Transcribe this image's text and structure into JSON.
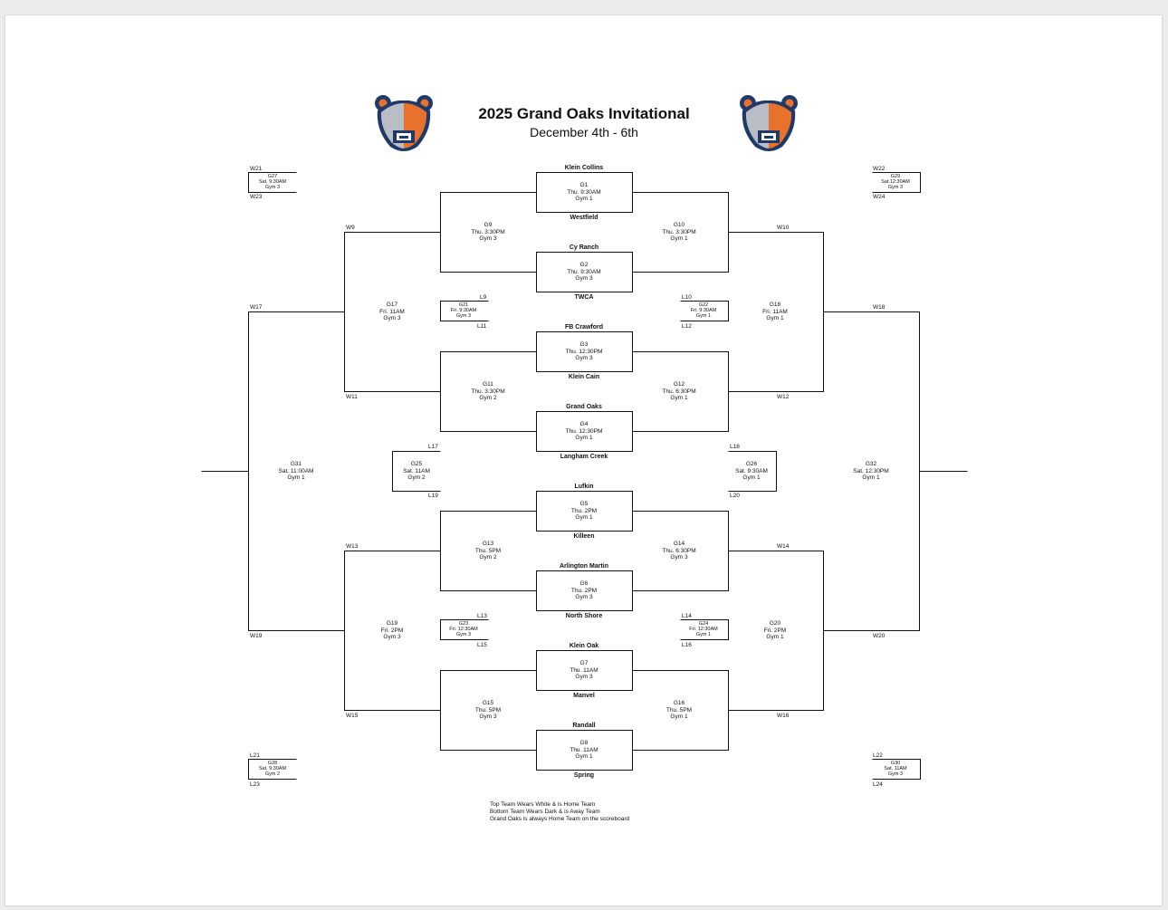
{
  "header": {
    "title": "2025 Grand Oaks Invitational",
    "subtitle": "December 4th - 6th"
  },
  "logo": {
    "icon": "bear-head-logo",
    "colors": {
      "navy": "#1f3a6a",
      "orange": "#e8712c",
      "gray": "#b9bec6"
    }
  },
  "teams": [
    "Klein Collins",
    "Westfield",
    "Cy Ranch",
    "TWCA",
    "FB Crawford",
    "Klein Cain",
    "Grand Oaks",
    "Langham Creek",
    "Lufkin",
    "Killeen",
    "Arlington Martin",
    "North Shore",
    "Klein Oak",
    "Manvel",
    "Randall",
    "Spring"
  ],
  "games": {
    "G1": {
      "id": "G1",
      "time": "Thu. 9:30AM",
      "gym": "Gym 1"
    },
    "G2": {
      "id": "G2",
      "time": "Thu. 9:30AM",
      "gym": "Gym 3"
    },
    "G3": {
      "id": "G3",
      "time": "Thu. 12:30PM",
      "gym": "Gym 3"
    },
    "G4": {
      "id": "G4",
      "time": "Thu. 12:30PM",
      "gym": "Gym 1"
    },
    "G5": {
      "id": "G5",
      "time": "Thu. 2PM",
      "gym": "Gym 1"
    },
    "G6": {
      "id": "G6",
      "time": "Thu. 2PM",
      "gym": "Gym 3"
    },
    "G7": {
      "id": "G7",
      "time": "Thu. 11AM",
      "gym": "Gym 3"
    },
    "G8": {
      "id": "G8",
      "time": "Thu. 11AM",
      "gym": "Gym 1"
    },
    "G9": {
      "id": "G9",
      "time": "Thu. 3:30PM",
      "gym": "Gym 3"
    },
    "G10": {
      "id": "G10",
      "time": "Thu. 3:30PM",
      "gym": "Gym 1"
    },
    "G11": {
      "id": "G11",
      "time": "Thu. 3:30PM",
      "gym": "Gym 2"
    },
    "G12": {
      "id": "G12",
      "time": "Thu. 6:30PM",
      "gym": "Gym 1"
    },
    "G13": {
      "id": "G13",
      "time": "Thu. 5PM",
      "gym": "Gym 2"
    },
    "G14": {
      "id": "G14",
      "time": "Thu. 6:30PM",
      "gym": "Gym 3"
    },
    "G15": {
      "id": "G15",
      "time": "Thu. 5PM",
      "gym": "Gym 3"
    },
    "G16": {
      "id": "G16",
      "time": "Thu. 5PM",
      "gym": "Gym 1"
    },
    "G17": {
      "id": "G17",
      "time": "Fri. 11AM",
      "gym": "Gym 3"
    },
    "G18": {
      "id": "G18",
      "time": "Fri. 11AM",
      "gym": "Gym 1"
    },
    "G19": {
      "id": "G19",
      "time": "Fri. 2PM",
      "gym": "Gym 3"
    },
    "G20": {
      "id": "G20",
      "time": "Fri. 2PM",
      "gym": "Gym 1"
    },
    "G21": {
      "id": "G21",
      "time": "Fri. 9:30AM",
      "gym": "Gym 3"
    },
    "G22": {
      "id": "G22",
      "time": "Fri. 9:30AM",
      "gym": "Gym 1"
    },
    "G23": {
      "id": "G23",
      "time": "Fri. 12:30AM",
      "gym": "Gym 3"
    },
    "G24": {
      "id": "G24",
      "time": "Fri. 12:30AM",
      "gym": "Gym 1"
    },
    "G25": {
      "id": "G25",
      "time": "Sat. 11AM",
      "gym": "Gym 2"
    },
    "G26": {
      "id": "G26",
      "time": "Sat. 9:30AM",
      "gym": "Gym 1"
    },
    "G27": {
      "id": "G27",
      "time": "Sat. 9:30AM",
      "gym": "Gym 3"
    },
    "G28": {
      "id": "G28",
      "time": "Sat. 9:30AM",
      "gym": "Gym 2"
    },
    "G29": {
      "id": "G29",
      "time": "Sat.12:30AM",
      "gym": "Gym 3"
    },
    "G30": {
      "id": "G30",
      "time": "Sat. 11AM",
      "gym": "Gym 3"
    },
    "G31": {
      "id": "G31",
      "time": "Sat. 11:00AM",
      "gym": "Gym 1"
    },
    "G32": {
      "id": "G32",
      "time": "Sat. 12:30PM",
      "gym": "Gym 1"
    }
  },
  "labels": {
    "W9": "W9",
    "W10": "W10",
    "W11": "W11",
    "W12": "W12",
    "W13": "W13",
    "W14": "W14",
    "W15": "W15",
    "W16": "W16",
    "W17": "W17",
    "W18": "W18",
    "W19": "W19",
    "W20": "W20",
    "W21": "W21",
    "W22": "W22",
    "W23": "W23",
    "W24": "W24",
    "L9": "L9",
    "L10": "L10",
    "L11": "L11",
    "L12": "L12",
    "L13": "L13",
    "L14": "L14",
    "L15": "L15",
    "L16": "L16",
    "L17": "L17",
    "L18": "L18",
    "L19": "L19",
    "L20": "L20",
    "L21": "L21",
    "L22": "L22",
    "L23": "L23",
    "L24": "L24"
  },
  "notes": [
    "Top Team Wears White & is Home Team",
    "Bottom Team Wears Dark & is Away Team",
    "Grand Oaks is always Home Team on the scoreboard"
  ]
}
